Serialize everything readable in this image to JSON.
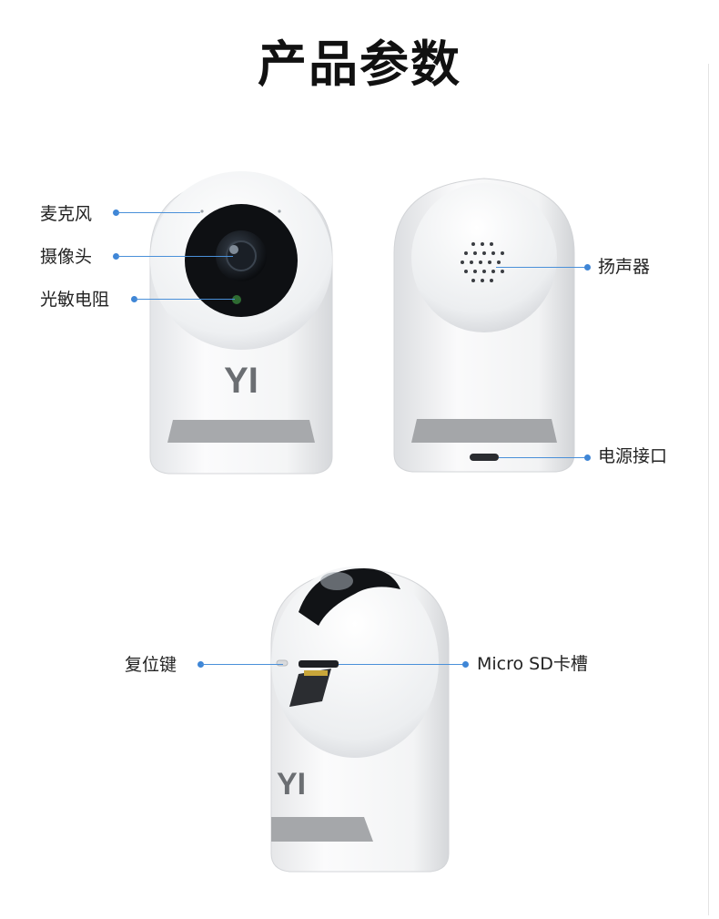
{
  "page": {
    "title": "产品参数"
  },
  "colors": {
    "accent": "#3f86d6",
    "leader": "#4a90d9",
    "title": "#111111",
    "label": "#222222"
  },
  "cameras": {
    "front": {
      "logo": "YI",
      "callouts": {
        "microphone": "麦克风",
        "camera_lens": "摄像头",
        "light_sensor": "光敏电阻"
      }
    },
    "back": {
      "callouts": {
        "speaker": "扬声器",
        "power_port": "电源接口"
      }
    },
    "side": {
      "logo": "YI",
      "callouts": {
        "reset_button": "复位键",
        "sd_slot": "Micro SD卡槽"
      }
    }
  }
}
